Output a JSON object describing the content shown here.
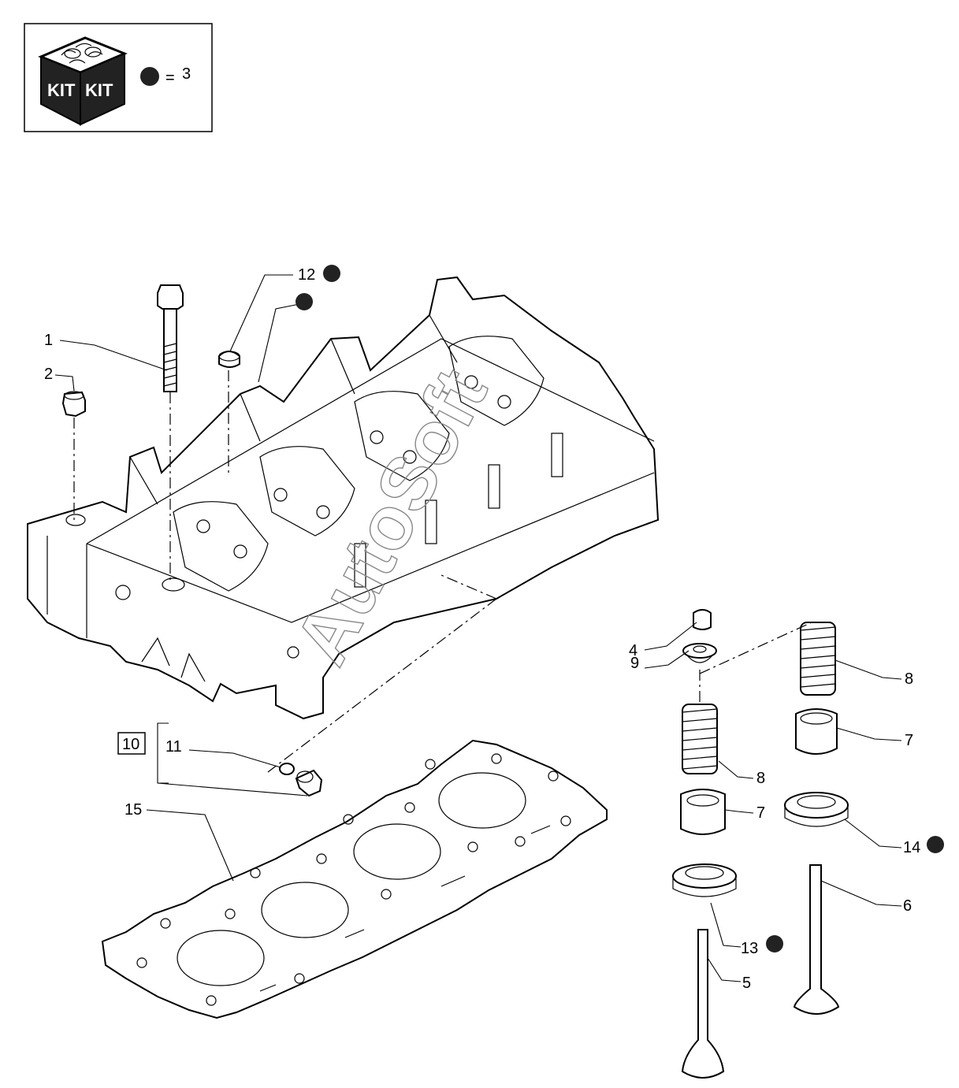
{
  "kit_legend": {
    "kit_label_left": "KIT",
    "kit_label_right": "KIT",
    "equals": "=",
    "kit_ref": "3"
  },
  "callouts": {
    "c1": "1",
    "c2": "2",
    "c4": "4",
    "c5": "5",
    "c6": "6",
    "c7a": "7",
    "c7b": "7",
    "c8a": "8",
    "c8b": "8",
    "c9": "9",
    "c10": "10",
    "c11": "11",
    "c12": "12",
    "c13": "13",
    "c14": "14",
    "c15": "15"
  },
  "kit_marked_parts": [
    "12",
    "13",
    "14"
  ],
  "watermark": "AutoSoft",
  "colors": {
    "line": "#000000",
    "background": "#ffffff",
    "watermark": "#888888"
  }
}
